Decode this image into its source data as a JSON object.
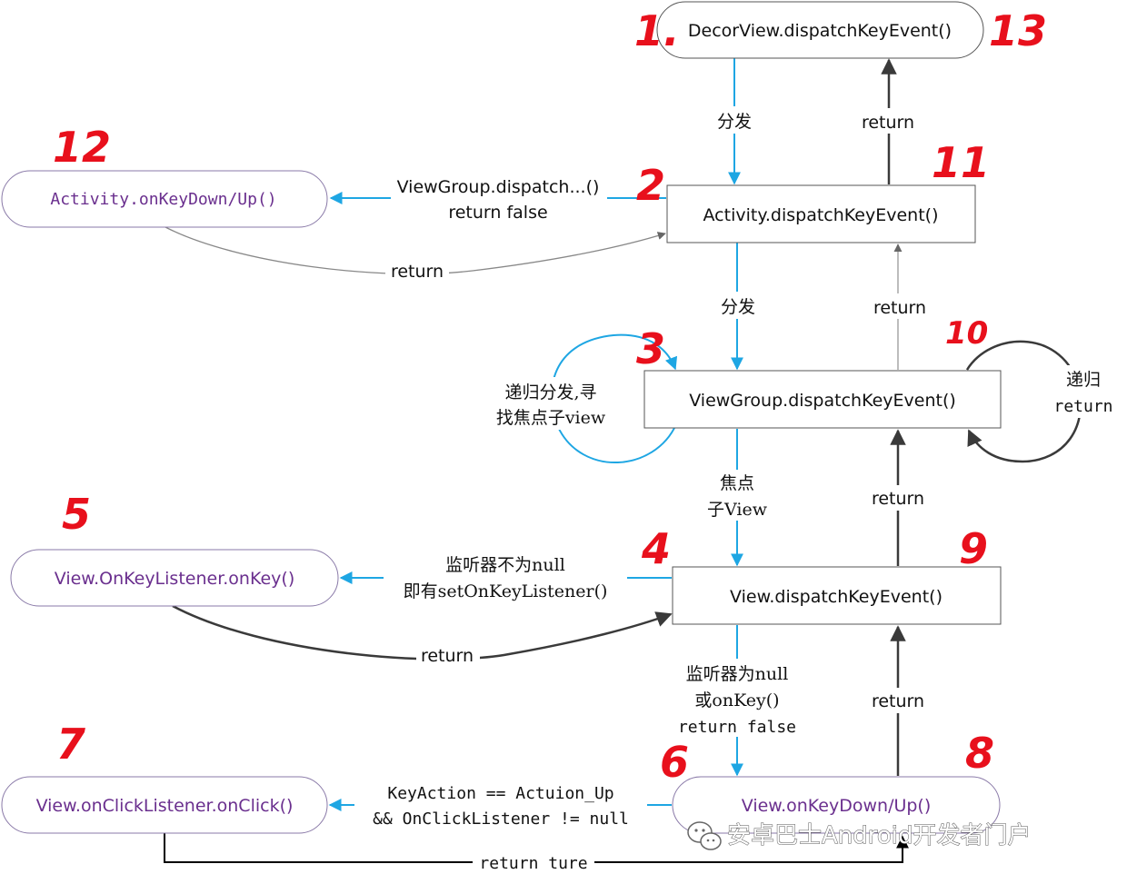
{
  "nodes": {
    "decor": "DecorView.dispatchKeyEvent()",
    "activity": "Activity.dispatchKeyEvent()",
    "activity_keydown": "Activity.onKeyDown/Up()",
    "viewgroup": "ViewGroup.dispatchKeyEvent()",
    "view": "View.dispatchKeyEvent()",
    "onkey_listener": "View.OnKeyListener.onKey()",
    "view_keydown": "View.onKeyDown/Up()",
    "onclick": "View.onClickListener.onClick()"
  },
  "labels": {
    "fenfa_1": "分发",
    "fenfa_2": "分发",
    "return_decor": "return",
    "return_activity": "return",
    "viewgroup_false_1": "ViewGroup.dispatch...()",
    "viewgroup_false_2": "return false",
    "return_activity_keydown": "return",
    "recursive_dispatch_1": "递归分发,寻",
    "recursive_dispatch_2": "找焦点子view",
    "recursive_return_1": "递归",
    "recursive_return_2": "return",
    "focus_1": "焦点",
    "focus_2": "子View",
    "return_view": "return",
    "listener_not_null_1": "监听器不为null",
    "listener_not_null_2": "即有setOnKeyListener()",
    "return_onkey": "return",
    "listener_null_1": "监听器为null",
    "listener_null_2": "或onKey()",
    "listener_null_3": "return false",
    "return_keydown": "return",
    "keyaction_1": "KeyAction == Actuion_Up",
    "keyaction_2": "&& OnClickListener != null",
    "return_true": "return ture"
  },
  "step_numbers": {
    "n1": "1.",
    "n2": "2",
    "n3": "3",
    "n4": "4",
    "n5": "5",
    "n6": "6",
    "n7": "7",
    "n8": "8",
    "n9": "9",
    "n10": "10",
    "n11": "11",
    "n12": "12",
    "n13": "13"
  },
  "watermark": "安卓巴士Android开发者门户",
  "colors": {
    "dispatch_arrow": "#1ea6e3",
    "return_arrow": "#3a3a3a",
    "step_number": "#e8101c",
    "callback_text": "#6a2f8e"
  }
}
